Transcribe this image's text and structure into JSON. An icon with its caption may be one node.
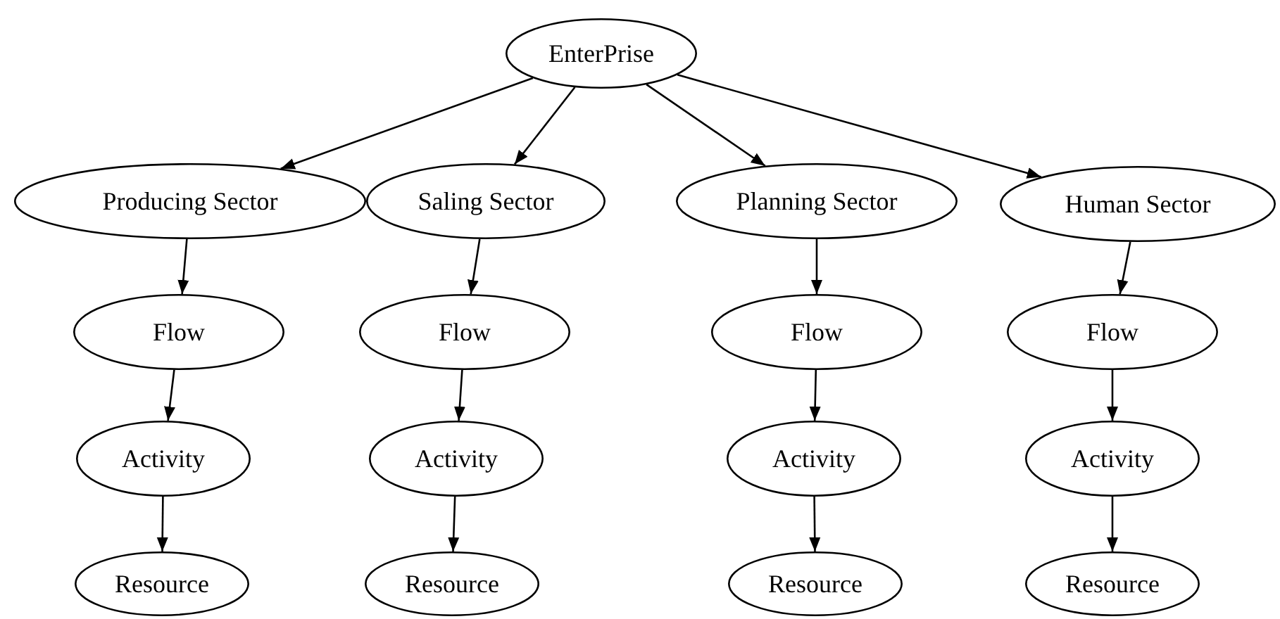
{
  "diagram": {
    "nodes": [
      {
        "text": [
          "EnterPrise"
        ]
      },
      {
        "text": [
          "Producing Sector"
        ]
      },
      {
        "text": [
          "Saling Sector"
        ]
      },
      {
        "text": [
          "Planning Sector"
        ]
      },
      {
        "text": [
          "Human Sector"
        ]
      },
      {
        "text": [
          "Flow"
        ]
      },
      {
        "text": [
          "Flow"
        ]
      },
      {
        "text": [
          "Flow"
        ]
      },
      {
        "text": [
          "Flow"
        ]
      },
      {
        "text": [
          "Activity"
        ]
      },
      {
        "text": [
          "Activity"
        ]
      },
      {
        "text": [
          "Activity"
        ]
      },
      {
        "text": [
          "Activity"
        ]
      },
      {
        "text": [
          "Resource"
        ]
      },
      {
        "text": [
          "Resource"
        ]
      },
      {
        "text": [
          "Resource"
        ]
      },
      {
        "text": [
          "Resource"
        ]
      }
    ],
    "edges": [
      {
        "from": 0,
        "to": 1,
        "arrow": "to"
      },
      {
        "from": 0,
        "to": 2,
        "arrow": "to"
      },
      {
        "from": 0,
        "to": 3,
        "arrow": "to"
      },
      {
        "from": 0,
        "to": 4,
        "arrow": "to"
      },
      {
        "from": 1,
        "to": 5,
        "arrow": "to"
      },
      {
        "from": 2,
        "to": 6,
        "arrow": "to"
      },
      {
        "from": 3,
        "to": 7,
        "arrow": "to"
      },
      {
        "from": 4,
        "to": 8,
        "arrow": "to"
      },
      {
        "from": 5,
        "to": 9,
        "arrow": "to"
      },
      {
        "from": 6,
        "to": 10,
        "arrow": "to"
      },
      {
        "from": 7,
        "to": 11,
        "arrow": "to"
      },
      {
        "from": 8,
        "to": 12,
        "arrow": "to"
      },
      {
        "from": 9,
        "to": 13,
        "arrow": "to"
      },
      {
        "from": 10,
        "to": 14,
        "arrow": "to"
      },
      {
        "from": 11,
        "to": 15,
        "arrow": "to"
      },
      {
        "from": 12,
        "to": 16,
        "arrow": "to"
      }
    ]
  }
}
